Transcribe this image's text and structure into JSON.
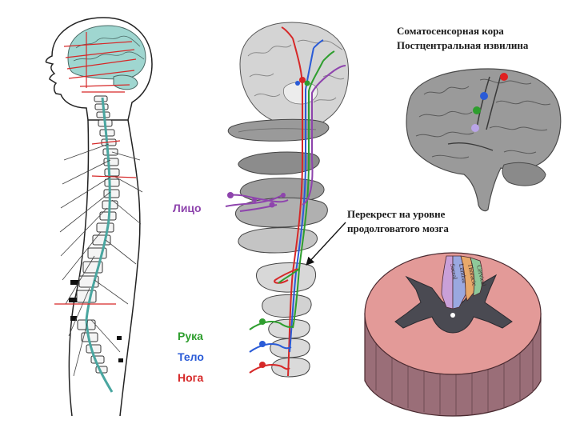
{
  "colors": {
    "face": "#8e44ad",
    "arm": "#2e9e2e",
    "body": "#2a5bd7",
    "leg": "#d62828",
    "cortex_dot_top": "#e02020",
    "cortex_dot_2": "#2a5bd7",
    "cortex_dot_3": "#2e9e2e",
    "cortex_dot_4": "#b9a4e8"
  },
  "cortex": {
    "title_line1": "Соматосенсорная кора",
    "title_line2": "Постцентральная извилина"
  },
  "decussation": {
    "line1": "Перекрест на уровне",
    "line2": "продолговатого мозга"
  },
  "body_parts": {
    "face": "Лицо",
    "arm": "Рука",
    "body": "Тело",
    "leg": "Нога"
  },
  "spinal_cord_tracts": [
    "Sacral",
    "Lumbar",
    "Thoracic",
    "Cervical"
  ]
}
